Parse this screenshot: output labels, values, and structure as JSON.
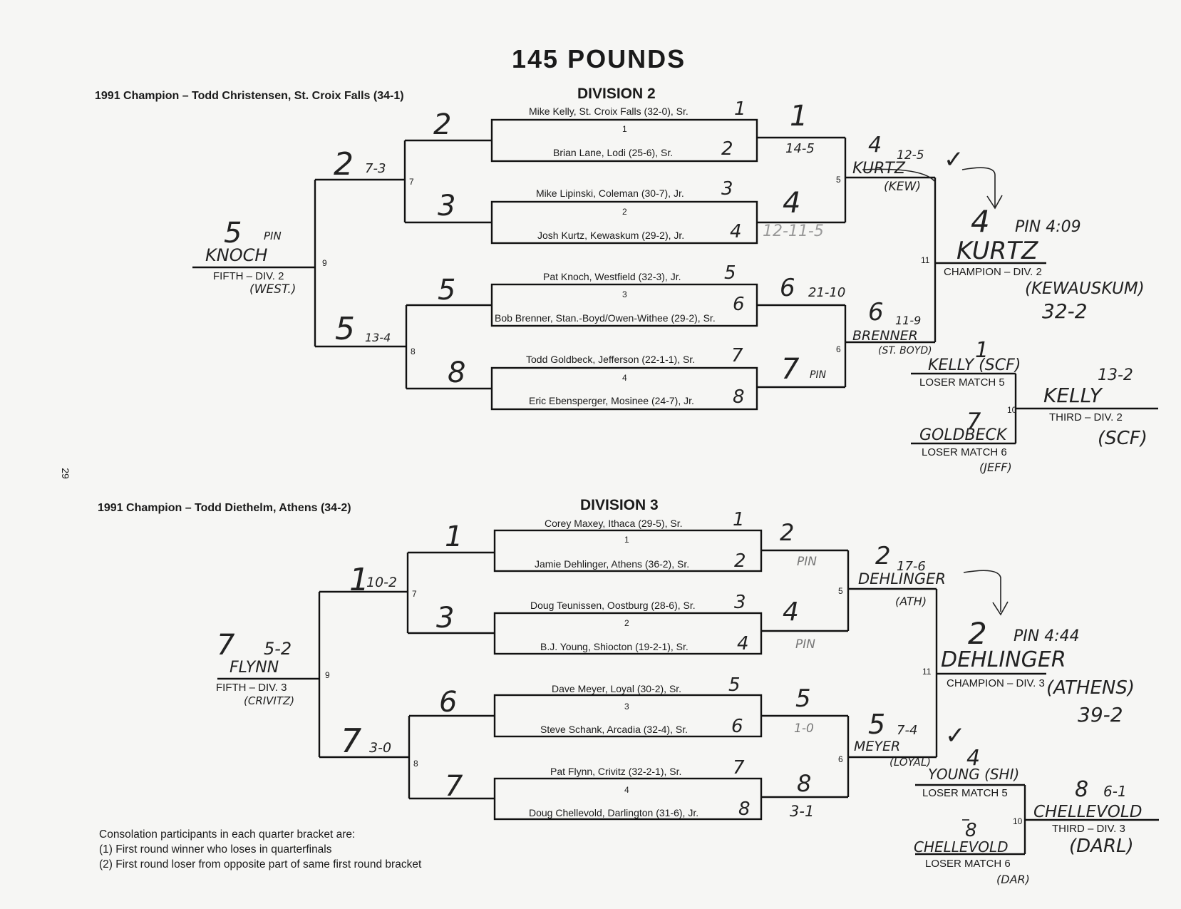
{
  "page_title": "145 POUNDS",
  "page_number": "29",
  "div2": {
    "heading": "DIVISION 2",
    "champion_1991": "1991 Champion – Todd Christensen, St. Croix Falls (34-1)",
    "wrestlers": [
      "Mike Kelly, St. Croix Falls (32-0), Sr.",
      "Brian Lane, Lodi (25-6), Sr.",
      "Mike Lipinski, Coleman (30-7), Jr.",
      "Josh Kurtz, Kewaskum (29-2), Jr.",
      "Pat Knoch, Westfield (32-3), Jr.",
      "Bob Brenner, Stan.-Boyd/Owen-Withee (29-2), Sr.",
      "Todd Goldbeck, Jefferson (22-1-1), Sr.",
      "Eric Ebensperger, Mosinee (24-7), Jr."
    ],
    "match_numbers": [
      "1",
      "2",
      "3",
      "4",
      "5",
      "6",
      "7",
      "8",
      "9",
      "10",
      "11"
    ],
    "labels": {
      "champion": "CHAMPION – DIV. 2",
      "third": "THIRD – DIV. 2",
      "fifth": "FIFTH – DIV. 2",
      "loser5": "LOSER MATCH 5",
      "loser6": "LOSER MATCH 6"
    },
    "handwriting": {
      "s1": "1",
      "s2": "2",
      "s3": "3",
      "s4": "4",
      "s5": "5",
      "s6": "6",
      "s7": "7",
      "s8": "8",
      "q1": "1",
      "q1_score": "14-5",
      "q2": "4",
      "q2_score": "12-11-5",
      "q3": "6",
      "q3_score": "21-10",
      "q4": "7",
      "q4_pin": "PIN",
      "w2a": "2",
      "w2b": "3",
      "w2c": "5",
      "w2d": "8",
      "c7": "2",
      "c7_score": "7-3",
      "c8": "5",
      "c8_score": "13-4",
      "fifth_num": "5",
      "fifth_pin": "PIN",
      "fifth_name": "KNOCH",
      "fifth_school": "(WEST.)",
      "sf5_num": "4",
      "sf5_score": "12-5",
      "sf5_name": "KURTZ",
      "sf5_school": "(KEW)",
      "sf6_num": "6",
      "sf6_score": "11-9",
      "sf6_name": "BRENNER",
      "sf6_school": "(ST. BOYD)",
      "champ_num": "4",
      "champ_pin": "PIN 4:09",
      "champ_name": "KURTZ",
      "champ_school": "(KEWAUSKUM)",
      "champ_record": "32-2",
      "l5_num": "1",
      "l5_name": "KELLY (SCF)",
      "l6_num": "7",
      "l6_name": "GOLDBECK",
      "l6_school": "(JEFF)",
      "third_score": "13-2",
      "third_name": "KELLY",
      "third_school": "(SCF)",
      "check": "✓"
    }
  },
  "div3": {
    "heading": "DIVISION 3",
    "champion_1991": "1991 Champion – Todd Diethelm, Athens (34-2)",
    "wrestlers": [
      "Corey Maxey, Ithaca (29-5), Sr.",
      "Jamie Dehlinger, Athens (36-2), Sr.",
      "Doug Teunissen, Oostburg (28-6), Sr.",
      "B.J. Young, Shiocton (19-2-1), Sr.",
      "Dave Meyer, Loyal (30-2), Sr.",
      "Steve Schank, Arcadia (32-4), Sr.",
      "Pat Flynn, Crivitz (32-2-1), Sr.",
      "Doug Chellevold, Darlington (31-6), Jr."
    ],
    "match_numbers": [
      "1",
      "2",
      "3",
      "4",
      "5",
      "6",
      "7",
      "8",
      "9",
      "10",
      "11"
    ],
    "labels": {
      "champion": "CHAMPION – DIV. 3",
      "third": "THIRD – DIV. 3",
      "fifth": "FIFTH – DIV. 3",
      "loser5": "LOSER MATCH 5",
      "loser6": "LOSER MATCH 6"
    },
    "handwriting": {
      "s1": "1",
      "s2": "2",
      "s3": "3",
      "s4": "4",
      "s5": "5",
      "s6": "6",
      "s7": "7",
      "s8": "8",
      "q1": "2",
      "q1_pin": "PIN",
      "q2": "4",
      "q2_pin": "PIN",
      "q3": "5",
      "q3_score": "1-0",
      "q4": "8",
      "q4_score": "3-1",
      "w2a": "1",
      "w2b": "3",
      "w2c": "6",
      "w2d": "7",
      "c7": "1",
      "c7_score": "10-2",
      "c8": "7",
      "c8_score": "3-0",
      "fifth_num": "7",
      "fifth_score": "5-2",
      "fifth_name": "FLYNN",
      "fifth_school": "(CRIVITZ)",
      "sf5_num": "2",
      "sf5_score": "17-6",
      "sf5_name": "DEHLINGER",
      "sf5_school": "(ATH)",
      "sf6_num": "5",
      "sf6_score": "7-4",
      "sf6_name": "MEYER",
      "sf6_school": "(LOYAL)",
      "champ_num": "2",
      "champ_pin": "PIN 4:44",
      "champ_name": "DEHLINGER",
      "champ_school": "(ATHENS)",
      "champ_record": "39-2",
      "l5_num": "4",
      "l5_name": "YOUNG (SHI)",
      "l6_num": "8",
      "l6_name": "CHELLEVOLD",
      "l6_school": "(DAR)",
      "third_score": "6-1",
      "third_num": "8",
      "third_name": "CHELLEVOLD",
      "third_school": "(DARL)",
      "check": "✓"
    }
  },
  "consolation_note": [
    "Consolation participants in each quarter bracket are:",
    "(1) First round winner who loses in quarterfinals",
    "(2) First round loser from opposite part of same first round bracket"
  ]
}
